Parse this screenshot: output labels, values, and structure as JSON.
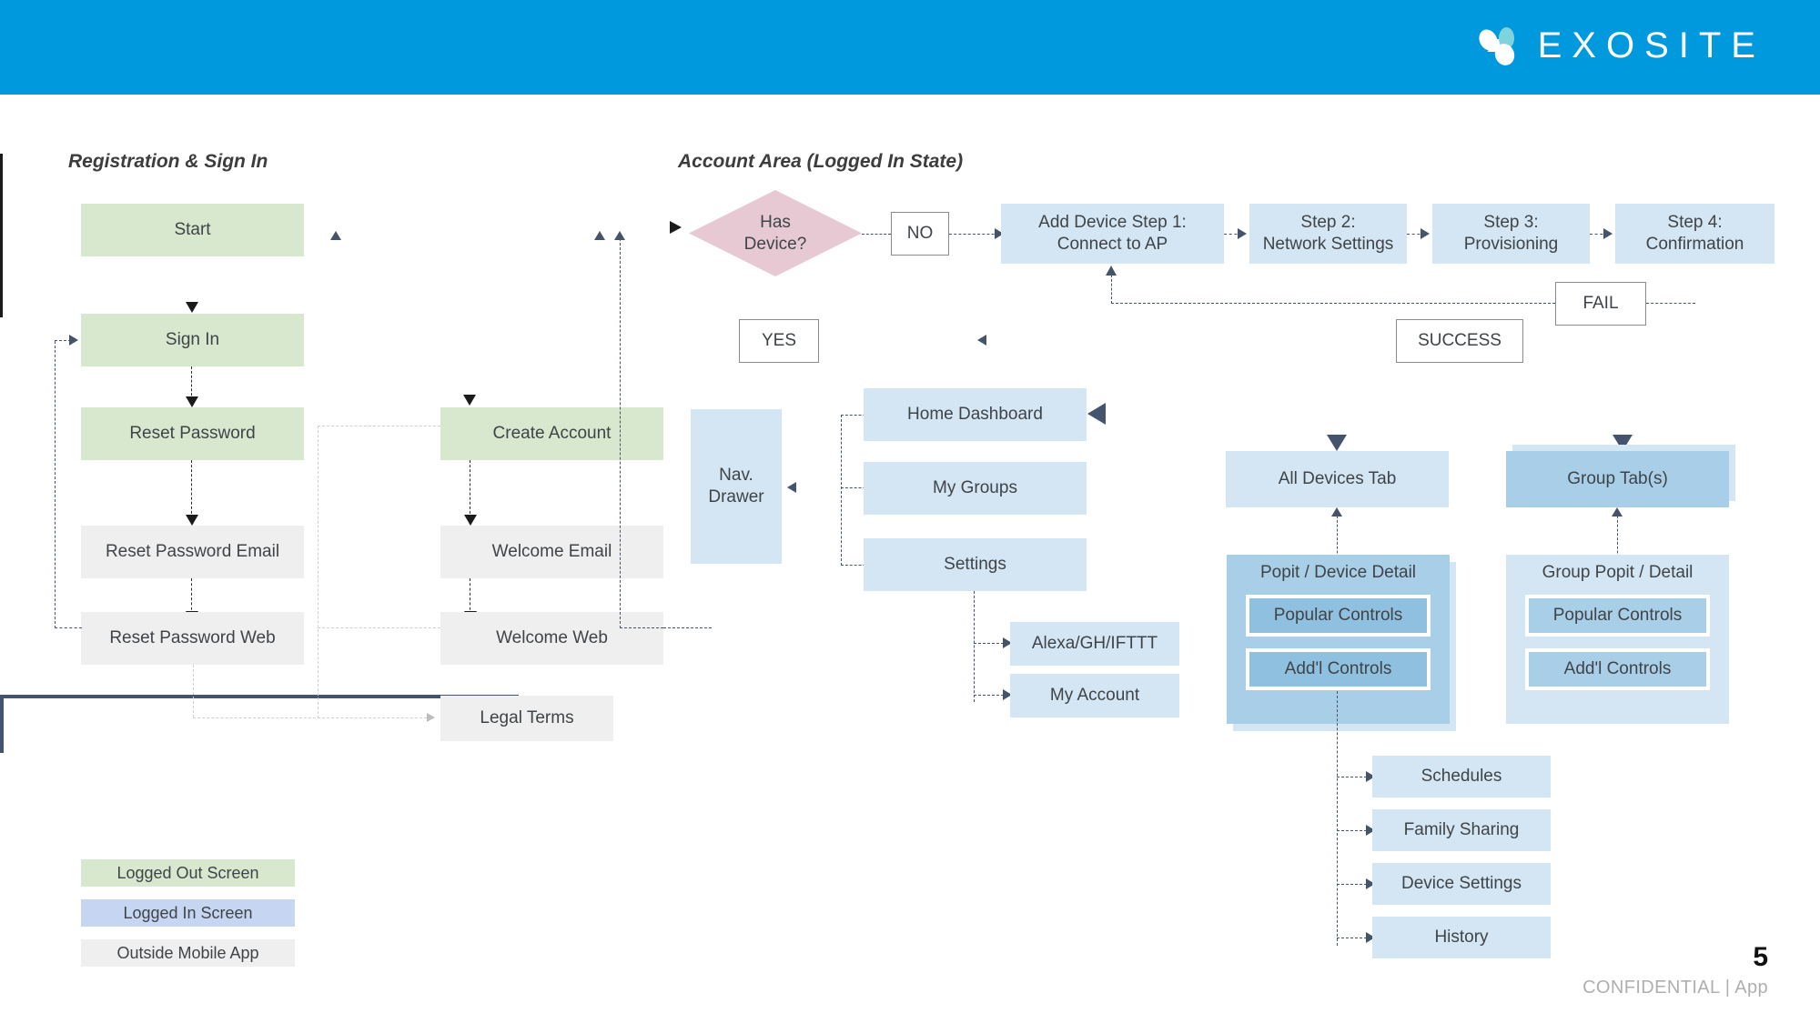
{
  "header": {
    "brand": "EXOSITE",
    "logo_icon": "exosite-molecule-icon",
    "bar_color": "#0099DD"
  },
  "sections": [
    {
      "id": "registration",
      "title": "Registration & Sign In"
    },
    {
      "id": "account",
      "title": "Account Area (Logged In State)"
    }
  ],
  "registration": {
    "nodes": {
      "start": "Start",
      "sign_in": "Sign In",
      "reset_password": "Reset Password",
      "reset_password_email": "Reset Password Email",
      "reset_password_web": "Reset Password Web",
      "create_account": "Create Account",
      "welcome_email": "Welcome Email",
      "welcome_web": "Welcome Web",
      "legal_terms": "Legal Terms"
    }
  },
  "account": {
    "decision": "Has\nDevice?",
    "no_label": "NO",
    "yes_label": "YES",
    "fail_label": "FAIL",
    "success_label": "SUCCESS",
    "add_device_steps": [
      "Add Device Step 1:\nConnect to AP",
      "Step 2:\nNetwork Settings",
      "Step 3:\nProvisioning",
      "Step 4:\nConfirmation"
    ],
    "nav_drawer": "Nav.\nDrawer",
    "main_screens": [
      "Home Dashboard",
      "My Groups",
      "Settings"
    ],
    "settings_children": [
      "Alexa/GH/IFTTT",
      "My Account"
    ],
    "tabs": [
      "All Devices Tab",
      "Group Tab(s)"
    ],
    "device_detail": {
      "title": "Popit / Device Detail",
      "controls": [
        "Popular Controls",
        "Add'l Controls"
      ]
    },
    "group_detail": {
      "title": "Group Popit / Detail",
      "controls": [
        "Popular Controls",
        "Add'l Controls"
      ]
    },
    "device_children": [
      "Schedules",
      "Family Sharing",
      "Device Settings",
      "History"
    ]
  },
  "legend": [
    {
      "label": "Logged Out Screen",
      "color": "#D7E8CE"
    },
    {
      "label": "Logged In Screen",
      "color": "#C6D6F2"
    },
    {
      "label": "Outside Mobile App",
      "color": "#EFEFEF"
    }
  ],
  "footer": {
    "page_number": "5",
    "confidential": "CONFIDENTIAL | App"
  },
  "colors": {
    "brand_blue": "#0099DD",
    "logged_out_green": "#D7E8CE",
    "logged_in_blue": "#C6D6F2",
    "outside_grey": "#EFEFEF",
    "node_blue": "#D4E6F4",
    "node_blue_dark": "#A8CEE8",
    "decision_pink": "#E7C9D4",
    "connector_navy": "#44546E"
  }
}
